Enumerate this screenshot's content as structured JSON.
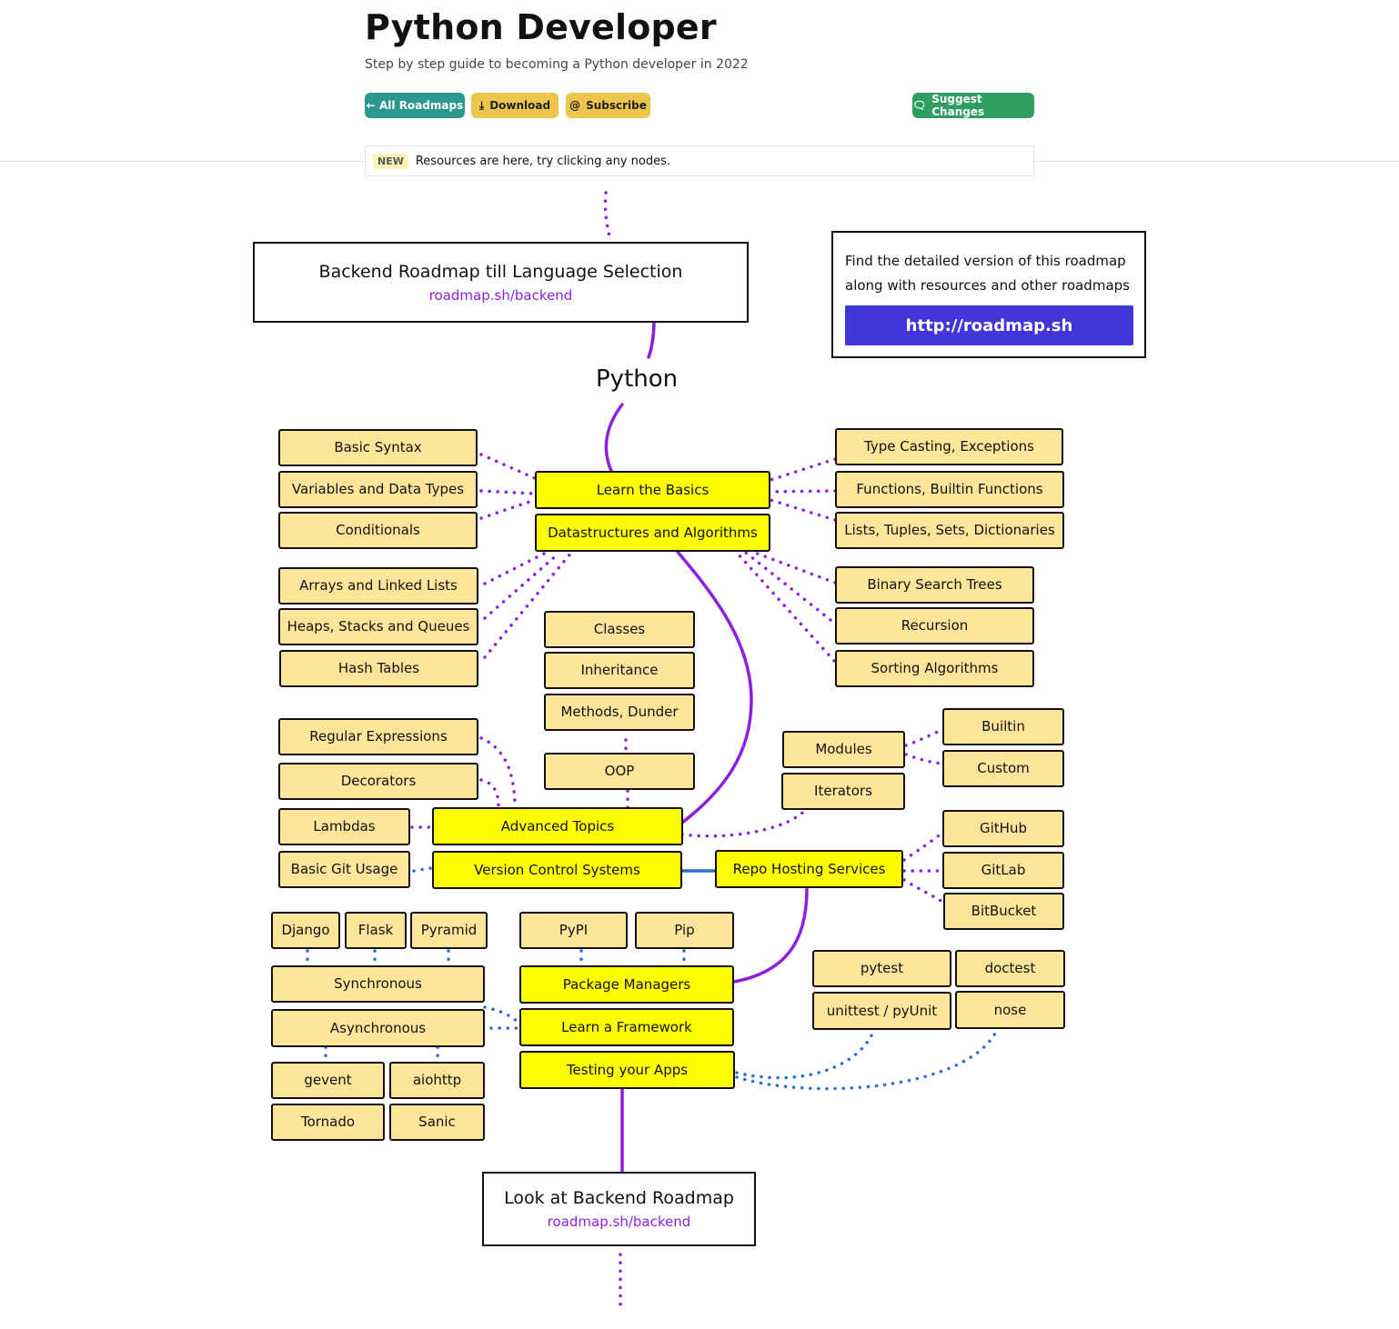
{
  "header": {
    "title": "Python Developer",
    "subtitle": "Step by step guide to becoming a Python developer in 2022",
    "buttons": {
      "all_roadmaps": "← All Roadmaps",
      "download": "Download",
      "subscribe": "Subscribe",
      "suggest": "Suggest Changes"
    },
    "notice": {
      "badge": "NEW",
      "text": "Resources are here, try clicking any nodes."
    }
  },
  "roadmap": {
    "backend_top": {
      "title": "Backend Roadmap till Language Selection",
      "link": "roadmap.sh/backend"
    },
    "promo": {
      "text": "Find the detailed version of this roadmap along with resources and other roadmaps",
      "button": "http://roadmap.sh"
    },
    "python_label": "Python",
    "main": {
      "learn_basics": "Learn the Basics",
      "datastructures": "Datastructures and Algorithms",
      "advanced_topics": "Advanced Topics",
      "version_control": "Version Control Systems",
      "repo_hosting": "Repo Hosting Services",
      "package_managers": "Package Managers",
      "learn_framework": "Learn a Framework",
      "testing": "Testing your Apps"
    },
    "basics": {
      "basic_syntax": "Basic Syntax",
      "variables": "Variables and Data Types",
      "conditionals": "Conditionals",
      "type_casting": "Type Casting, Exceptions",
      "functions": "Functions, Builtin Functions",
      "lists": "Lists, Tuples, Sets, Dictionaries"
    },
    "ds": {
      "arrays": "Arrays and Linked Lists",
      "heaps": "Heaps, Stacks and Queues",
      "hash": "Hash Tables",
      "bst": "Binary Search Trees",
      "recursion": "Recursion",
      "sorting": "Sorting Algorithms"
    },
    "oop": {
      "classes": "Classes",
      "inheritance": "Inheritance",
      "methods": "Methods, Dunder",
      "oop": "OOP"
    },
    "advanced": {
      "regex": "Regular Expressions",
      "decorators": "Decorators",
      "lambdas": "Lambdas",
      "modules": "Modules",
      "iterators": "Iterators",
      "builtin": "Builtin",
      "custom": "Custom"
    },
    "vcs": {
      "git": "Basic Git Usage",
      "github": "GitHub",
      "gitlab": "GitLab",
      "bitbucket": "BitBucket"
    },
    "frameworks": {
      "django": "Django",
      "flask": "Flask",
      "pyramid": "Pyramid",
      "sync": "Synchronous",
      "async": "Asynchronous",
      "gevent": "gevent",
      "aiohttp": "aiohttp",
      "tornado": "Tornado",
      "sanic": "Sanic"
    },
    "packages": {
      "pypi": "PyPI",
      "pip": "Pip"
    },
    "testing": {
      "pytest": "pytest",
      "doctest": "doctest",
      "unittest": "unittest / pyUnit",
      "nose": "nose"
    },
    "backend_bottom": {
      "title": "Look at Backend Roadmap",
      "link": "roadmap.sh/backend"
    }
  },
  "colors": {
    "purple": "#8d1fe0",
    "blue": "#2d6cd6",
    "main_node": "#ffff00",
    "sub_node": "#ffe599"
  }
}
